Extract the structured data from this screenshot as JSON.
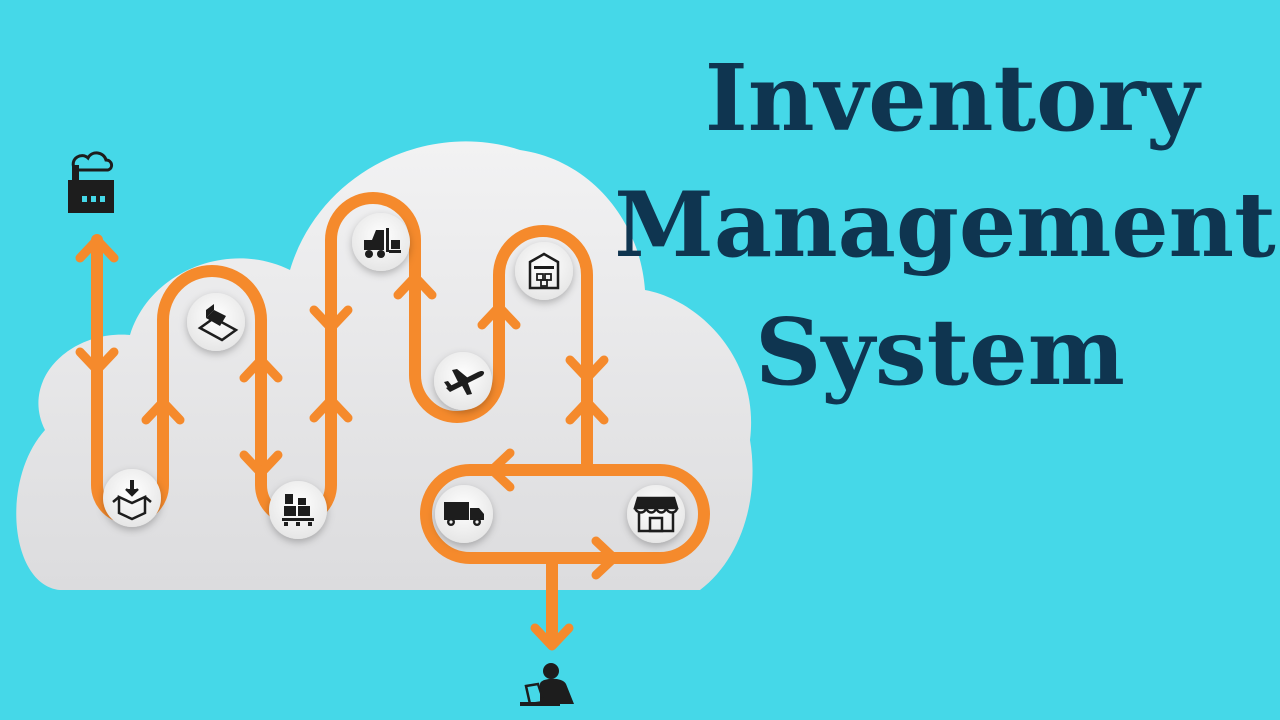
{
  "title": {
    "line1": "Inventory",
    "line2": "Management",
    "line3": "System"
  },
  "colors": {
    "background": "#45d8e8",
    "title": "#0f3550",
    "flow_path": "#f58a2c",
    "cloud": "#e9e9ea",
    "node_fill": "#f4f4f4",
    "icon": "#1d1d1d"
  },
  "nodes": [
    {
      "id": "factory",
      "icon": "factory-icon"
    },
    {
      "id": "receiving",
      "icon": "box-download-icon"
    },
    {
      "id": "conveyor",
      "icon": "conveyor-package-icon"
    },
    {
      "id": "storage",
      "icon": "pallet-boxes-icon"
    },
    {
      "id": "forklift",
      "icon": "forklift-icon"
    },
    {
      "id": "air-freight",
      "icon": "airplane-icon"
    },
    {
      "id": "warehouse",
      "icon": "warehouse-icon"
    },
    {
      "id": "delivery",
      "icon": "delivery-truck-icon"
    },
    {
      "id": "store",
      "icon": "storefront-icon"
    },
    {
      "id": "customer",
      "icon": "person-tablet-icon"
    }
  ]
}
